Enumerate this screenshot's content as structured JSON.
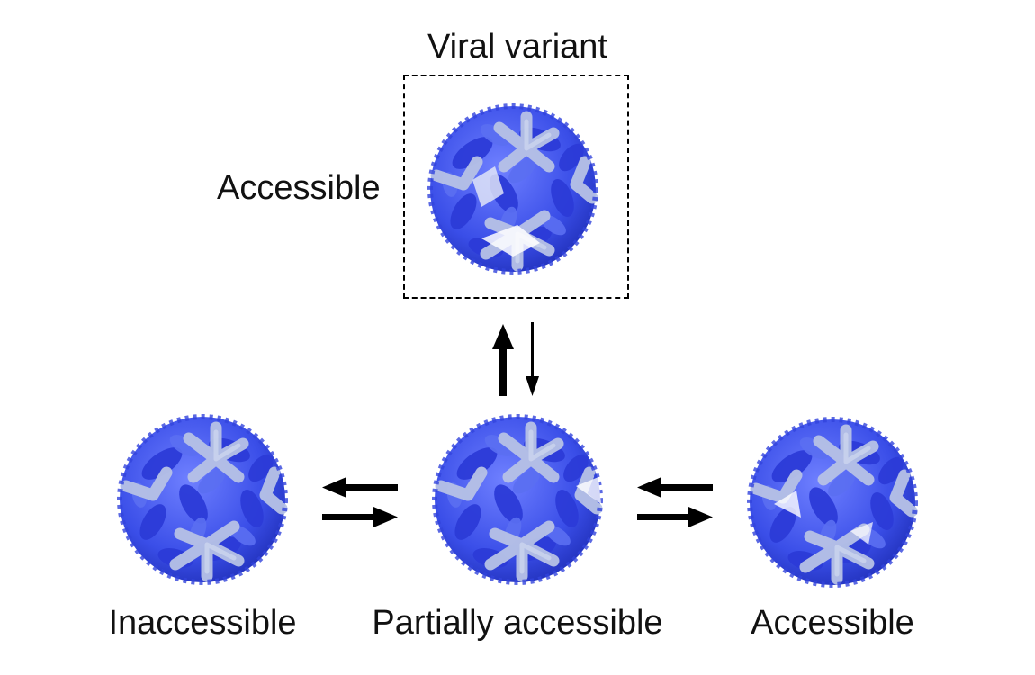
{
  "labels": {
    "title": "Viral variant",
    "top_side": "Accessible",
    "bottom_left": "Inaccessible",
    "bottom_center": "Partially accessible",
    "bottom_right": "Accessible"
  },
  "colors": {
    "dark_blue": "#2f3fe0",
    "mid_blue": "#5a6ef0",
    "light_gray_blue": "#b8c4e8",
    "arrow": "#000000"
  },
  "icons": {
    "virus": "virus-capsid-icon",
    "arrow_up": "arrow-up-icon",
    "arrow_down": "arrow-down-icon",
    "arrow_left": "arrow-left-icon",
    "arrow_right": "arrow-right-icon"
  }
}
